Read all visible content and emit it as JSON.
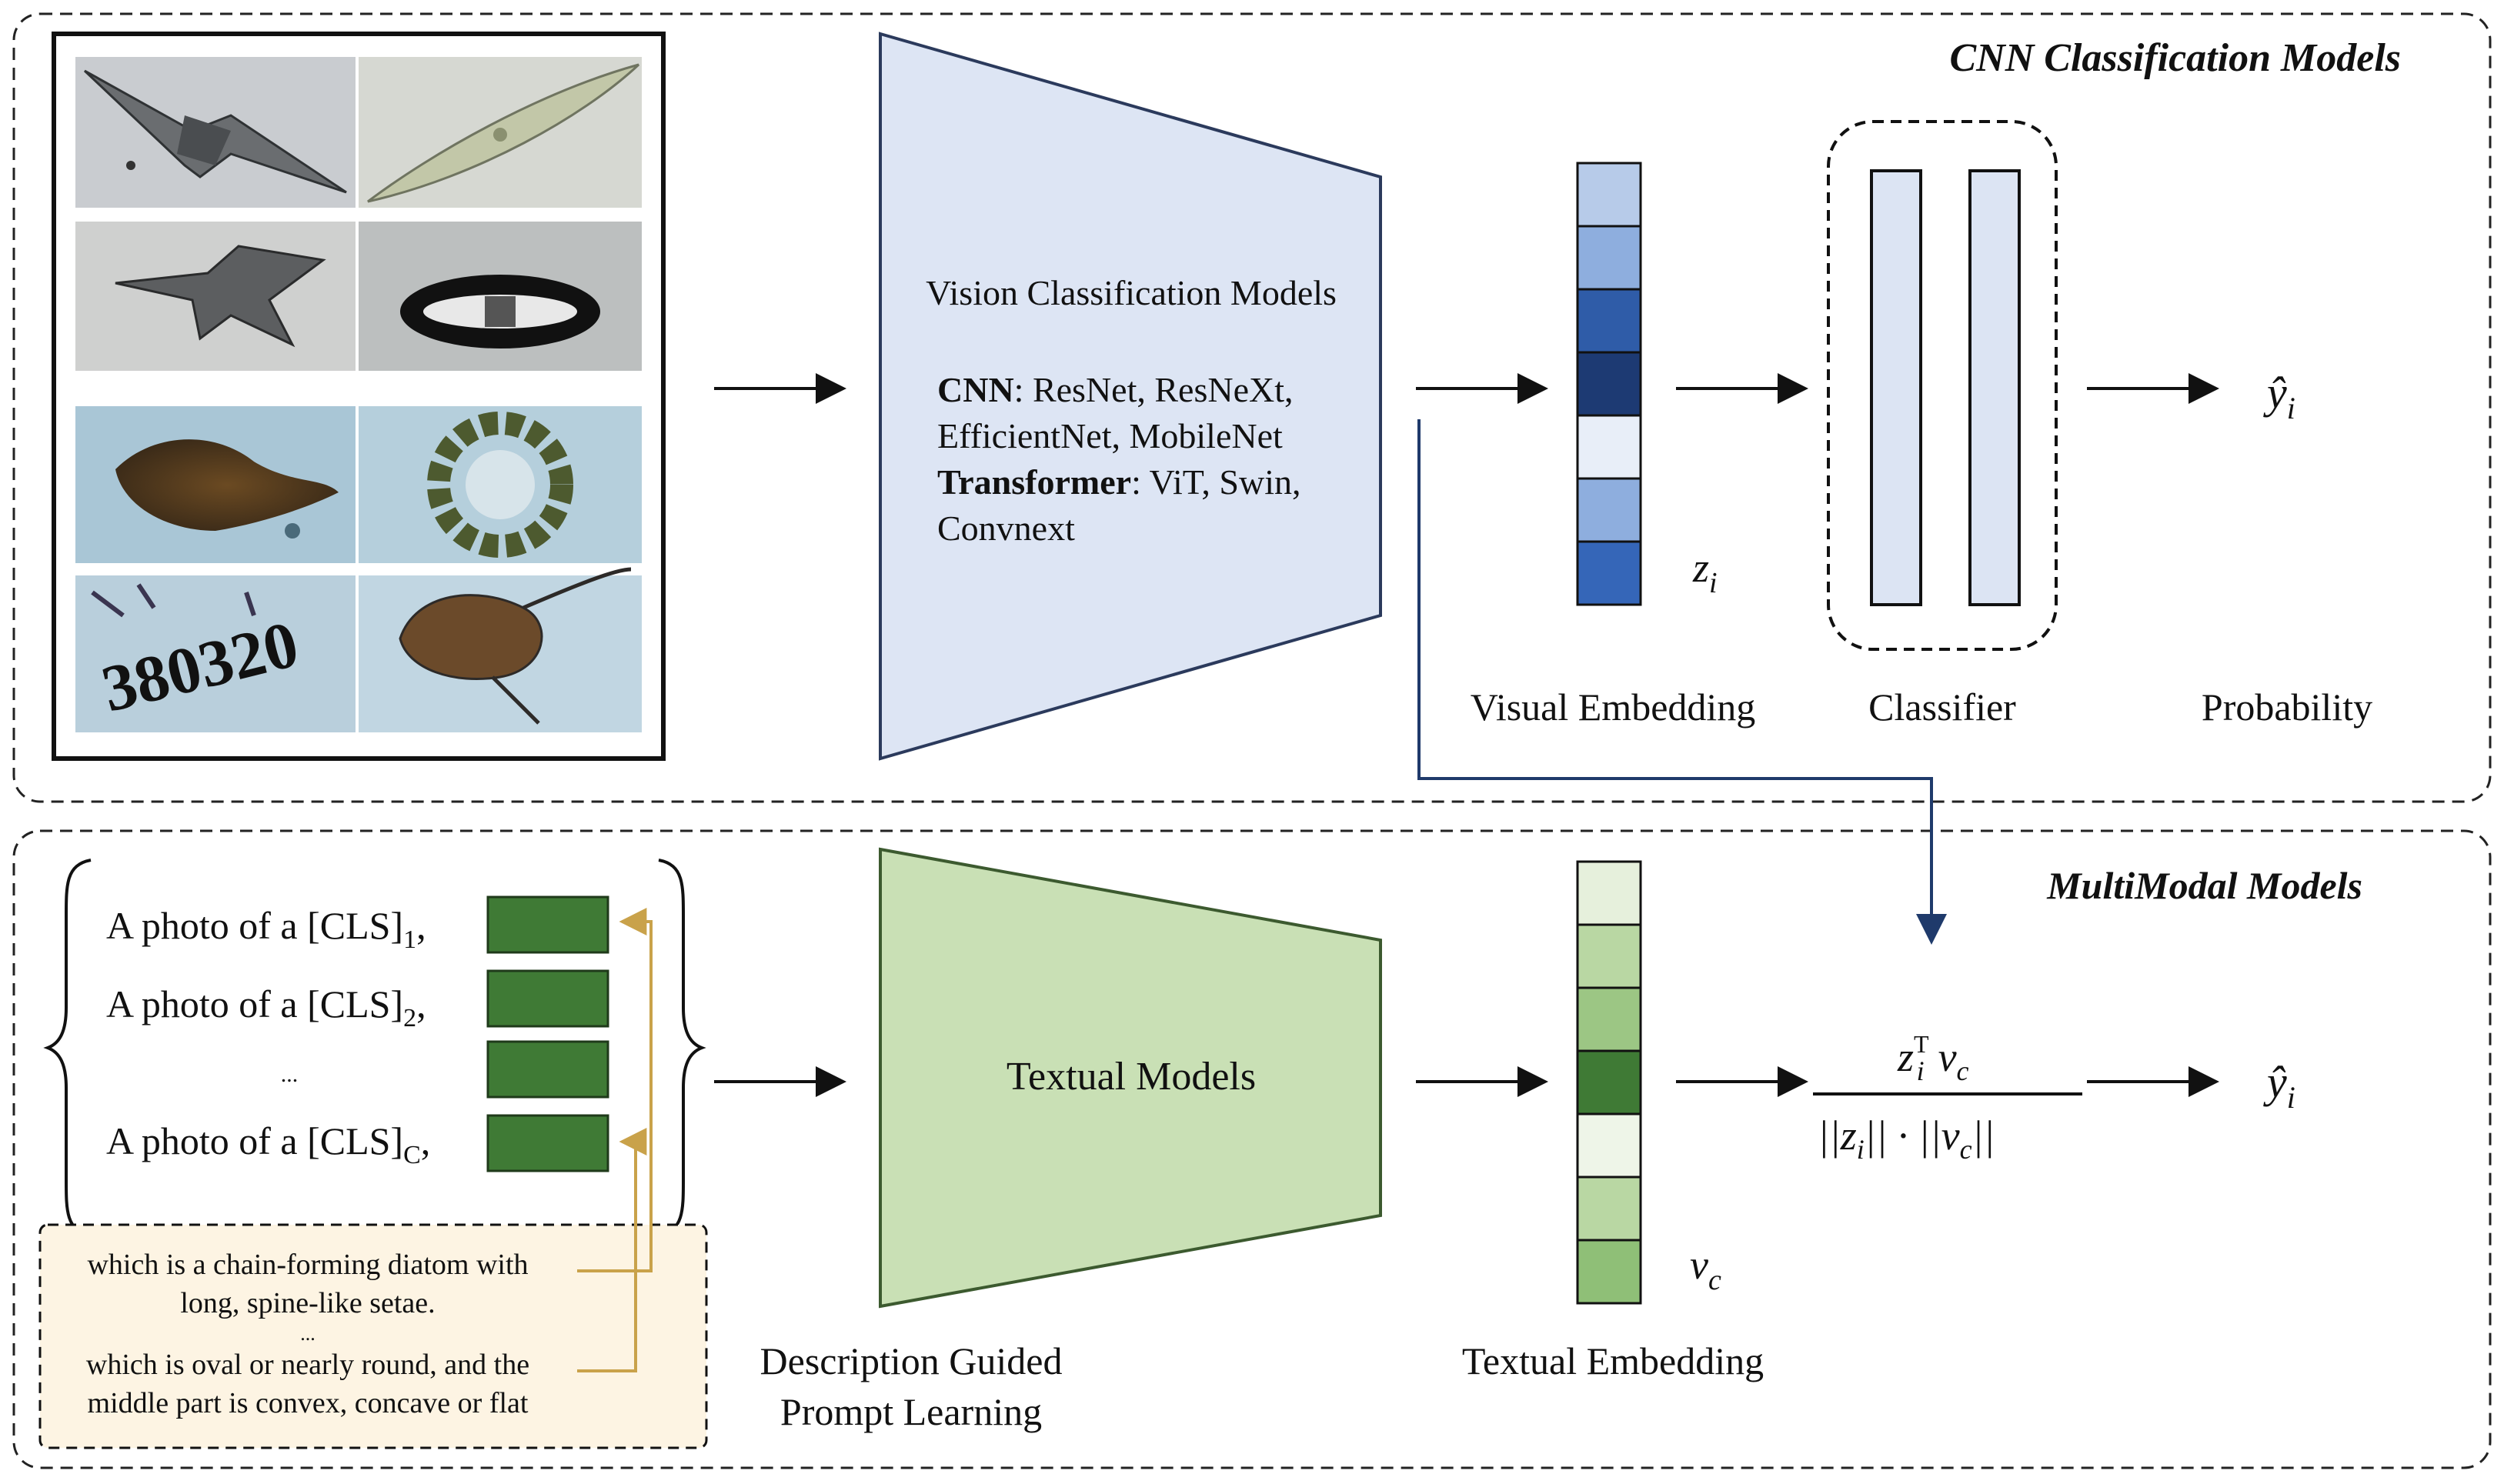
{
  "top_panel": {
    "title": "CNN Classification Models",
    "vision_model": {
      "title": "Vision Classification Models",
      "cnn_label": "CNN",
      "cnn_models": ": ResNet, ResNeXt,",
      "cnn_models_2": "EfficientNet, MobileNet",
      "transformer_label": "Transformer",
      "transformer_models": ": ViT, Swin,",
      "transformer_models_2": "Convnext"
    },
    "visual_embedding_symbol": "z",
    "visual_embedding_subscript": "i",
    "labels": {
      "visual_embedding": "Visual Embedding",
      "classifier": "Classifier",
      "probability": "Probability"
    },
    "output_symbol": "ŷ",
    "output_subscript": "i",
    "colors": {
      "vision_fill": "#dde5f4",
      "embedding_cells": [
        "#b7cbe9",
        "#8eaede",
        "#2f5ca8",
        "#1d3a73",
        "#e8eef8",
        "#8eaede",
        "#3566b8"
      ],
      "classifier_fill": "#dce4f3"
    }
  },
  "bottom_panel": {
    "title": "MultiModal Models",
    "prompts": [
      {
        "text": "A photo of a [CLS]",
        "sub": "1",
        "tail": ","
      },
      {
        "text": "A photo of a [CLS]",
        "sub": "2",
        "tail": ","
      },
      {
        "text": "...",
        "sub": "",
        "tail": ""
      },
      {
        "text": "A photo of a [CLS]",
        "sub": "C",
        "tail": ","
      }
    ],
    "descriptions": [
      "which is a chain-forming diatom with",
      "long, spine-like setae.",
      "...",
      "which is oval or nearly round, and the",
      "middle part is convex, concave or flat"
    ],
    "textual_model": "Textual Models",
    "prompt_learning_label_1": "Description Guided",
    "prompt_learning_label_2": "Prompt Learning",
    "textual_embedding_label": "Textual Embedding",
    "textual_embedding_symbol": "v",
    "textual_embedding_subscript": "c",
    "formula": {
      "num_z": "z",
      "num_T": "T",
      "num_i": "i",
      "num_v": "v",
      "num_c": "c",
      "den": "||z",
      "den_i": "i",
      "den_mid": "||  ·  ||v",
      "den_c": "c",
      "den_end": "||"
    },
    "output_symbol": "ŷ",
    "output_subscript": "i",
    "colors": {
      "textual_fill": "#c9e0b5",
      "learnable_token": "#3f7a35",
      "embedding_cells": [
        "#e6f0dc",
        "#b9d7a3",
        "#9cc684",
        "#3f7a35",
        "#eef5e8",
        "#b9d7a3",
        "#8fbf77"
      ],
      "description_fill": "#fdf4e3",
      "guide_arrow": "#c9a24a"
    }
  },
  "plankton_images": [
    "chaetoceros-microscopy",
    "pennate-diatom-microscopy",
    "ceratium-microscopy",
    "navicula-microscopy",
    "dinoflagellate-color",
    "colonial-diatom-color",
    "sample-label-color",
    "ceratium-color"
  ]
}
